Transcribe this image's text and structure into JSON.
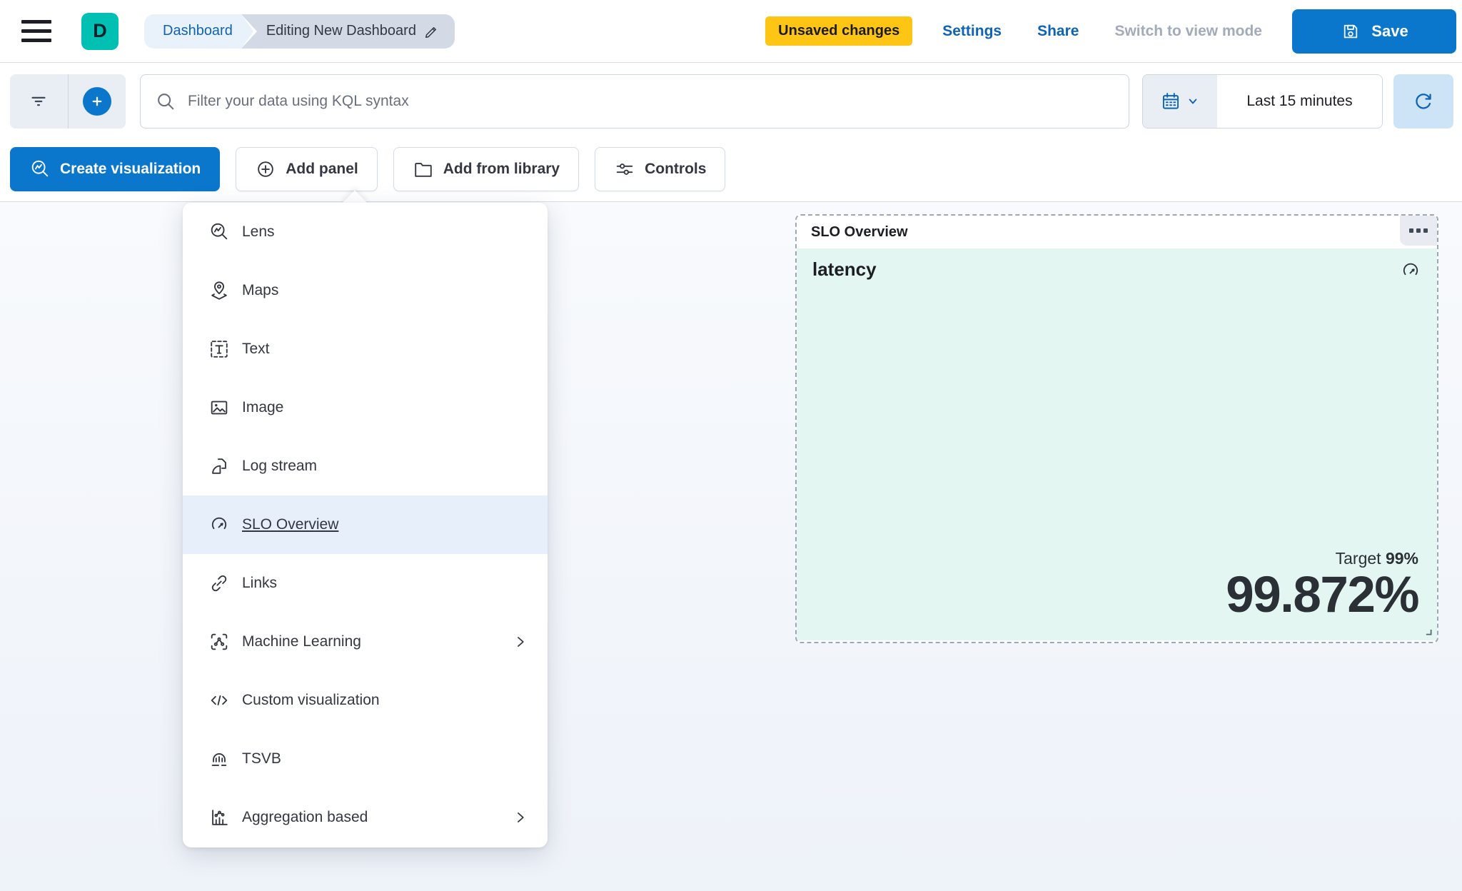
{
  "header": {
    "logo_letter": "D",
    "breadcrumbs": [
      {
        "label": "Dashboard"
      },
      {
        "label": "Editing New Dashboard"
      }
    ],
    "unsaved_badge": "Unsaved changes",
    "settings_label": "Settings",
    "share_label": "Share",
    "view_mode_label": "Switch to view mode",
    "save_label": "Save"
  },
  "filter_bar": {
    "search_placeholder": "Filter your data using KQL syntax",
    "time_range": "Last 15 minutes"
  },
  "toolbar": {
    "create_visualization_label": "Create visualization",
    "add_panel_label": "Add panel",
    "add_from_library_label": "Add from library",
    "controls_label": "Controls"
  },
  "add_panel_menu": {
    "items": [
      {
        "label": "Lens",
        "icon": "lens-icon",
        "selected": false,
        "has_submenu": false
      },
      {
        "label": "Maps",
        "icon": "maps-icon",
        "selected": false,
        "has_submenu": false
      },
      {
        "label": "Text",
        "icon": "text-icon",
        "selected": false,
        "has_submenu": false
      },
      {
        "label": "Image",
        "icon": "image-icon",
        "selected": false,
        "has_submenu": false
      },
      {
        "label": "Log stream",
        "icon": "log-stream-icon",
        "selected": false,
        "has_submenu": false
      },
      {
        "label": "SLO Overview",
        "icon": "slo-gauge-icon",
        "selected": true,
        "has_submenu": false
      },
      {
        "label": "Links",
        "icon": "links-icon",
        "selected": false,
        "has_submenu": false
      },
      {
        "label": "Machine Learning",
        "icon": "machine-learning-icon",
        "selected": false,
        "has_submenu": true
      },
      {
        "label": "Custom visualization",
        "icon": "code-icon",
        "selected": false,
        "has_submenu": false
      },
      {
        "label": "TSVB",
        "icon": "tsvb-icon",
        "selected": false,
        "has_submenu": false
      },
      {
        "label": "Aggregation based",
        "icon": "aggregation-icon",
        "selected": false,
        "has_submenu": true
      }
    ]
  },
  "slo_panel": {
    "title": "SLO Overview",
    "slo_name": "latency",
    "target_label": "Target",
    "target_value": "99%",
    "value": "99.872%"
  },
  "colors": {
    "primary_blue": "#0b77cc",
    "link_blue": "#0f63b5",
    "warning_yellow": "#fec514",
    "logo_teal": "#00bfb3",
    "mint_panel_bg": "#e3f6f1",
    "menu_highlight": "#e7f0fa",
    "text_dark": "#343741"
  }
}
